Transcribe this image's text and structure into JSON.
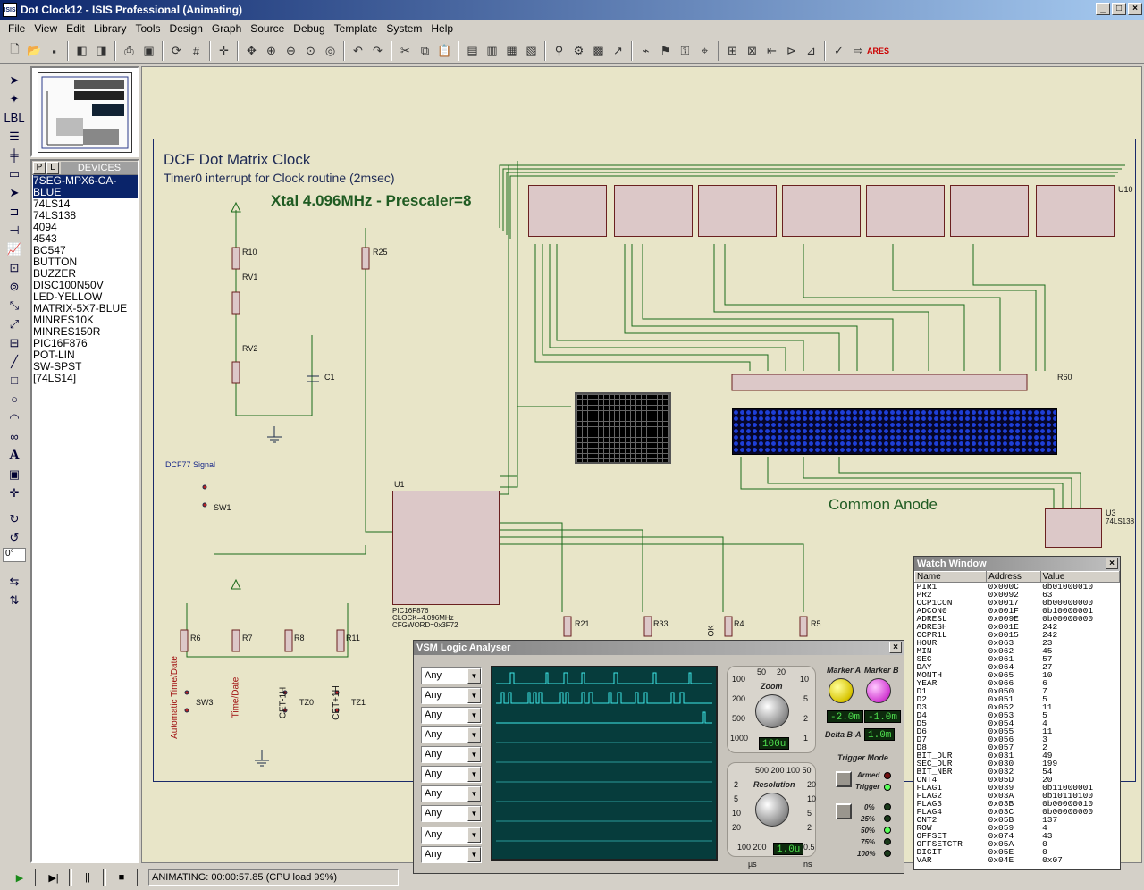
{
  "window": {
    "title": "Dot Clock12 - ISIS Professional (Animating)",
    "app_icon": "ISIS",
    "minimize": "_",
    "maximize": "□",
    "close": "×"
  },
  "menu": [
    "File",
    "View",
    "Edit",
    "Library",
    "Tools",
    "Design",
    "Graph",
    "Source",
    "Debug",
    "Template",
    "System",
    "Help"
  ],
  "devices": {
    "tab_p": "P",
    "tab_l": "L",
    "header": "DEVICES",
    "items": [
      "7SEG-MPX6-CA-BLUE",
      "74LS14",
      "74LS138",
      "4094",
      "4543",
      "BC547",
      "BUTTON",
      "BUZZER",
      "DISC100N50V",
      "LED-YELLOW",
      "MATRIX-5X7-BLUE",
      "MINRES10K",
      "MINRES150R",
      "PIC16F876",
      "POT-LIN",
      "SW-SPST",
      "[74LS14]"
    ],
    "selected_index": 0
  },
  "angle": "0°",
  "schematic": {
    "title": "DCF Dot Matrix Clock",
    "subtitle": "Timer0 interrupt for Clock routine (2msec)",
    "xtal": "Xtal 4.096MHz - Prescaler=8",
    "common_anode": "Common Anode",
    "labels": {
      "r10": "R10",
      "r25": "R25",
      "rv1": "RV1",
      "rv2": "RV2",
      "c1": "C1",
      "sw1": "SW1",
      "sw3": "SW3",
      "tz0": "TZ0",
      "tz1": "TZ1",
      "r6": "R6",
      "r7": "R7",
      "r8": "R8",
      "r11": "R11",
      "r21": "R21",
      "r33": "R33",
      "r4": "R4",
      "r5": "R5",
      "u1": "U1",
      "u3": "U3",
      "u10": "U10",
      "r60": "R60",
      "dcf": "DCF77 Signal",
      "auto": "Automatic Time/Date",
      "timedate": "Time/Date",
      "ceth": "CET-1H",
      "cethp": "CET+1H",
      "ok": "OK",
      "u1_part": "PIC16F876",
      "u1_clock": "CLOCK=4.096MHz",
      "u1_cfg": "CFGWORD=0x3F72",
      "u3_part": "74LS138"
    }
  },
  "watch": {
    "title": "Watch Window",
    "close": "×",
    "columns": [
      "Name",
      "Address",
      "Value"
    ],
    "rows": [
      [
        "PIR1",
        "0x000C",
        "0b01000010"
      ],
      [
        "PR2",
        "0x0092",
        "63"
      ],
      [
        "CCP1CON",
        "0x0017",
        "0b00000000"
      ],
      [
        "ADCON0",
        "0x001F",
        "0b10000001"
      ],
      [
        "ADRESL",
        "0x009E",
        "0b00000000"
      ],
      [
        "ADRESH",
        "0x001E",
        "242"
      ],
      [
        "CCPR1L",
        "0x0015",
        "242"
      ],
      [
        "HOUR",
        "0x063",
        "23"
      ],
      [
        "MIN",
        "0x062",
        "45"
      ],
      [
        "SEC",
        "0x061",
        "57"
      ],
      [
        "DAY",
        "0x064",
        "27"
      ],
      [
        "MONTH",
        "0x065",
        "10"
      ],
      [
        "YEAR",
        "0x066",
        "6"
      ],
      [
        "D1",
        "0x050",
        "7"
      ],
      [
        "D2",
        "0x051",
        "5"
      ],
      [
        "D3",
        "0x052",
        "11"
      ],
      [
        "D4",
        "0x053",
        "5"
      ],
      [
        "D5",
        "0x054",
        "4"
      ],
      [
        "D6",
        "0x055",
        "11"
      ],
      [
        "D7",
        "0x056",
        "3"
      ],
      [
        "D8",
        "0x057",
        "2"
      ],
      [
        "BIT_DUR",
        "0x031",
        "49"
      ],
      [
        "SEC_DUR",
        "0x030",
        "199"
      ],
      [
        "BIT_NBR",
        "0x032",
        "54"
      ],
      [
        "CNT4",
        "0x05D",
        "20"
      ],
      [
        "FLAG1",
        "0x039",
        "0b11000001"
      ],
      [
        "FLAG2",
        "0x03A",
        "0b10110100"
      ],
      [
        "FLAG3",
        "0x03B",
        "0b00000010"
      ],
      [
        "FLAG4",
        "0x03C",
        "0b00000000"
      ],
      [
        "CNT2",
        "0x05B",
        "137"
      ],
      [
        "ROW",
        "0x059",
        "4"
      ],
      [
        "OFFSET",
        "0x074",
        "43"
      ],
      [
        "OFFSETCTR",
        "0x05A",
        "0"
      ],
      [
        "DIGIT",
        "0x05E",
        "0"
      ],
      [
        "VAR",
        "0x04E",
        "0x07"
      ]
    ]
  },
  "vsm": {
    "title": "VSM Logic Analyser",
    "close": "×",
    "channel_select": [
      "Any",
      "Any",
      "Any",
      "Any",
      "Any",
      "Any",
      "Any",
      "Any",
      "Any",
      "Any"
    ],
    "zoom_label": "Zoom",
    "zoom_scale": [
      "50",
      "20",
      "100",
      "10",
      "200",
      "5",
      "500",
      "2",
      "1000",
      "1"
    ],
    "zoom_value": "100u",
    "resolution_label": "Resolution",
    "resolution_scale": [
      "500 200 100 50",
      "2",
      "20",
      "5",
      "10",
      "10",
      "5",
      "20",
      "2",
      "100 200",
      "0.5"
    ],
    "resolution_value": "1.0u",
    "units_us": "µs",
    "units_ns": "ns",
    "marker_a": "Marker A",
    "marker_b": "Marker B",
    "marker_a_value": "-2.0m",
    "marker_b_value": "-1.0m",
    "delta_label": "Delta B-A",
    "delta_value": "1.0m",
    "trigger_mode": "Trigger Mode",
    "armed": "Armed",
    "trigger": "Trigger",
    "percent": [
      "0%",
      "25%",
      "50%",
      "75%",
      "100%"
    ]
  },
  "status": {
    "play": "▶",
    "step": "▶|",
    "pause": "||",
    "stop": "■",
    "text": "ANIMATING: 00:00:57.85 (CPU load 99%)"
  }
}
